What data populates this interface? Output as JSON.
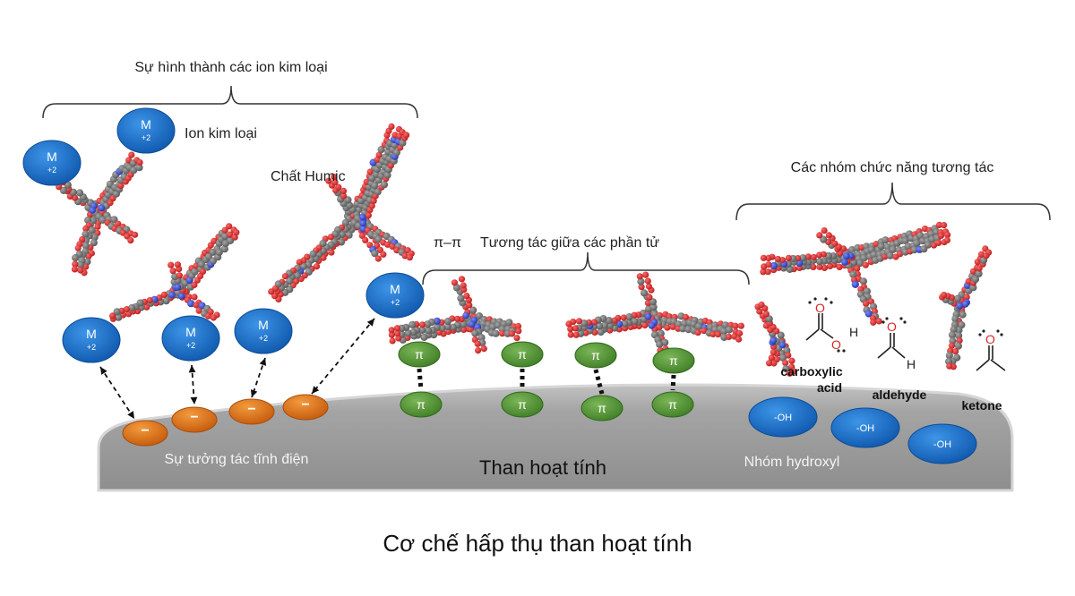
{
  "labels": {
    "metal_ion_formation": "Sự hình thành các ion kim loại",
    "metal_ion": "Ion kim loại",
    "humic_substance": "Chất Humic",
    "pi_pi": "π–π",
    "intermolecular": "Tương tác giữa các phần tử",
    "functional_groups": "Các nhóm chức năng tương tác",
    "carboxylic_line1": "carboxylic",
    "carboxylic_line2": "acid",
    "aldehyde": "aldehyde",
    "ketone": "ketone",
    "electrostatic": "Sự tưởng tác tĩnh điện",
    "activated_carbon": "Than hoạt tính",
    "hydroxyl": "Nhóm hydroxyl"
  },
  "caption": "Cơ chế hấp thụ than hoạt tính",
  "metal_ion": {
    "symbol": "M",
    "charge": "+2"
  },
  "surface_charge": {
    "symbol": "−"
  },
  "pi_symbol": "π",
  "hydroxyl_label": "-OH",
  "atoms": {
    "oxygen": "O",
    "hydrogen": "H"
  },
  "colors": {
    "metal_ion": "#1a6fc4",
    "negative_site": "#e0731c",
    "pi_orbital": "#5a9a3a",
    "hydroxyl": "#1766c9",
    "carbon_surface": "#9a9a9a",
    "oxygen_atom": "#d8272a",
    "carbon_atom": "#707070",
    "nitrogen_atom": "#3a4fc8"
  }
}
